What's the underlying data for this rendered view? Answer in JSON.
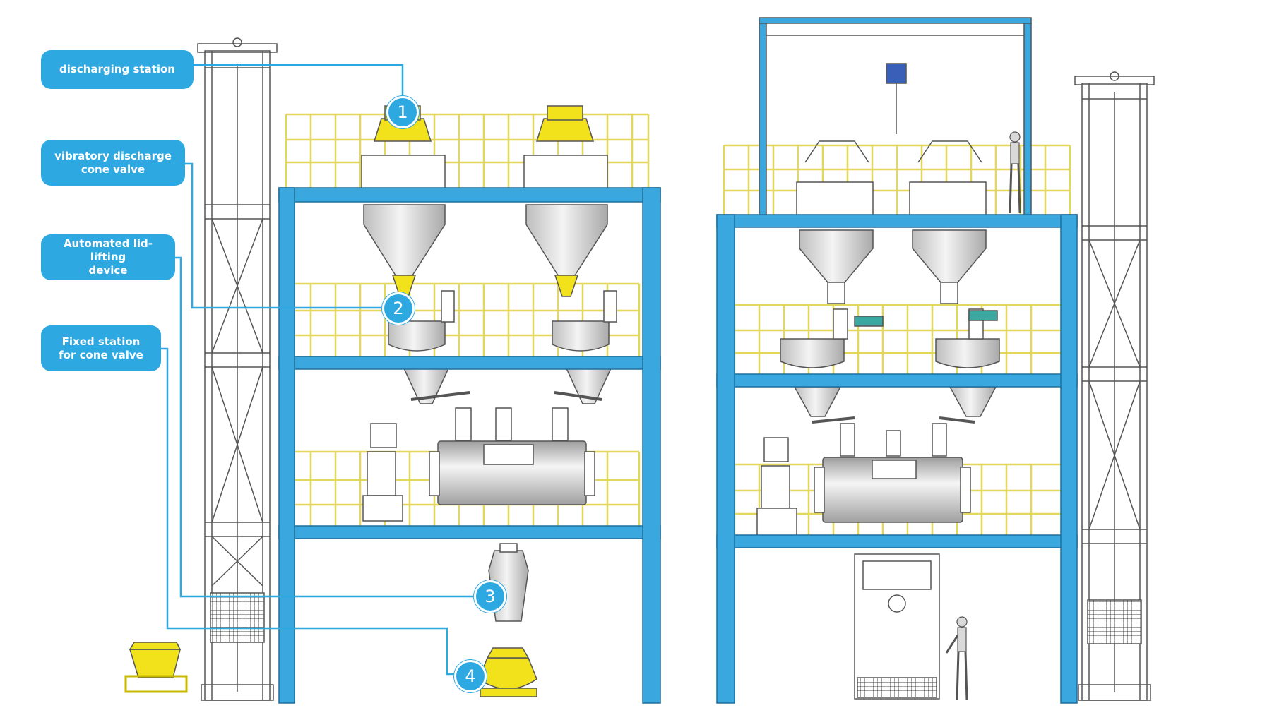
{
  "colors": {
    "frame_blue": "#3aa8df",
    "frame_dark": "#1e6f9c",
    "railing_yellow": "#e2d75a",
    "equipment_yellow": "#f2e21c",
    "callout_blue": "#2ea8e0",
    "leader_line": "#2ea8e0",
    "steel_line": "#555555",
    "hopper_grey": "#d9d9d9"
  },
  "labels": [
    {
      "id": "discharging-station",
      "text": "discharging station"
    },
    {
      "id": "vibratory-discharge-cone-valve",
      "text": "vibratory discharge\ncone valve"
    },
    {
      "id": "automated-lid-lifting-device",
      "text": "Automated lid-lifting\ndevice"
    },
    {
      "id": "fixed-station-for-cone-valve",
      "text": "Fixed station\nfor cone valve"
    }
  ],
  "callouts": [
    {
      "number": "1",
      "label": "discharging-station"
    },
    {
      "number": "2",
      "label": "vibratory-discharge-cone-valve"
    },
    {
      "number": "3",
      "label": "automated-lid-lifting-device"
    },
    {
      "number": "4",
      "label": "fixed-station-for-cone-valve"
    }
  ]
}
